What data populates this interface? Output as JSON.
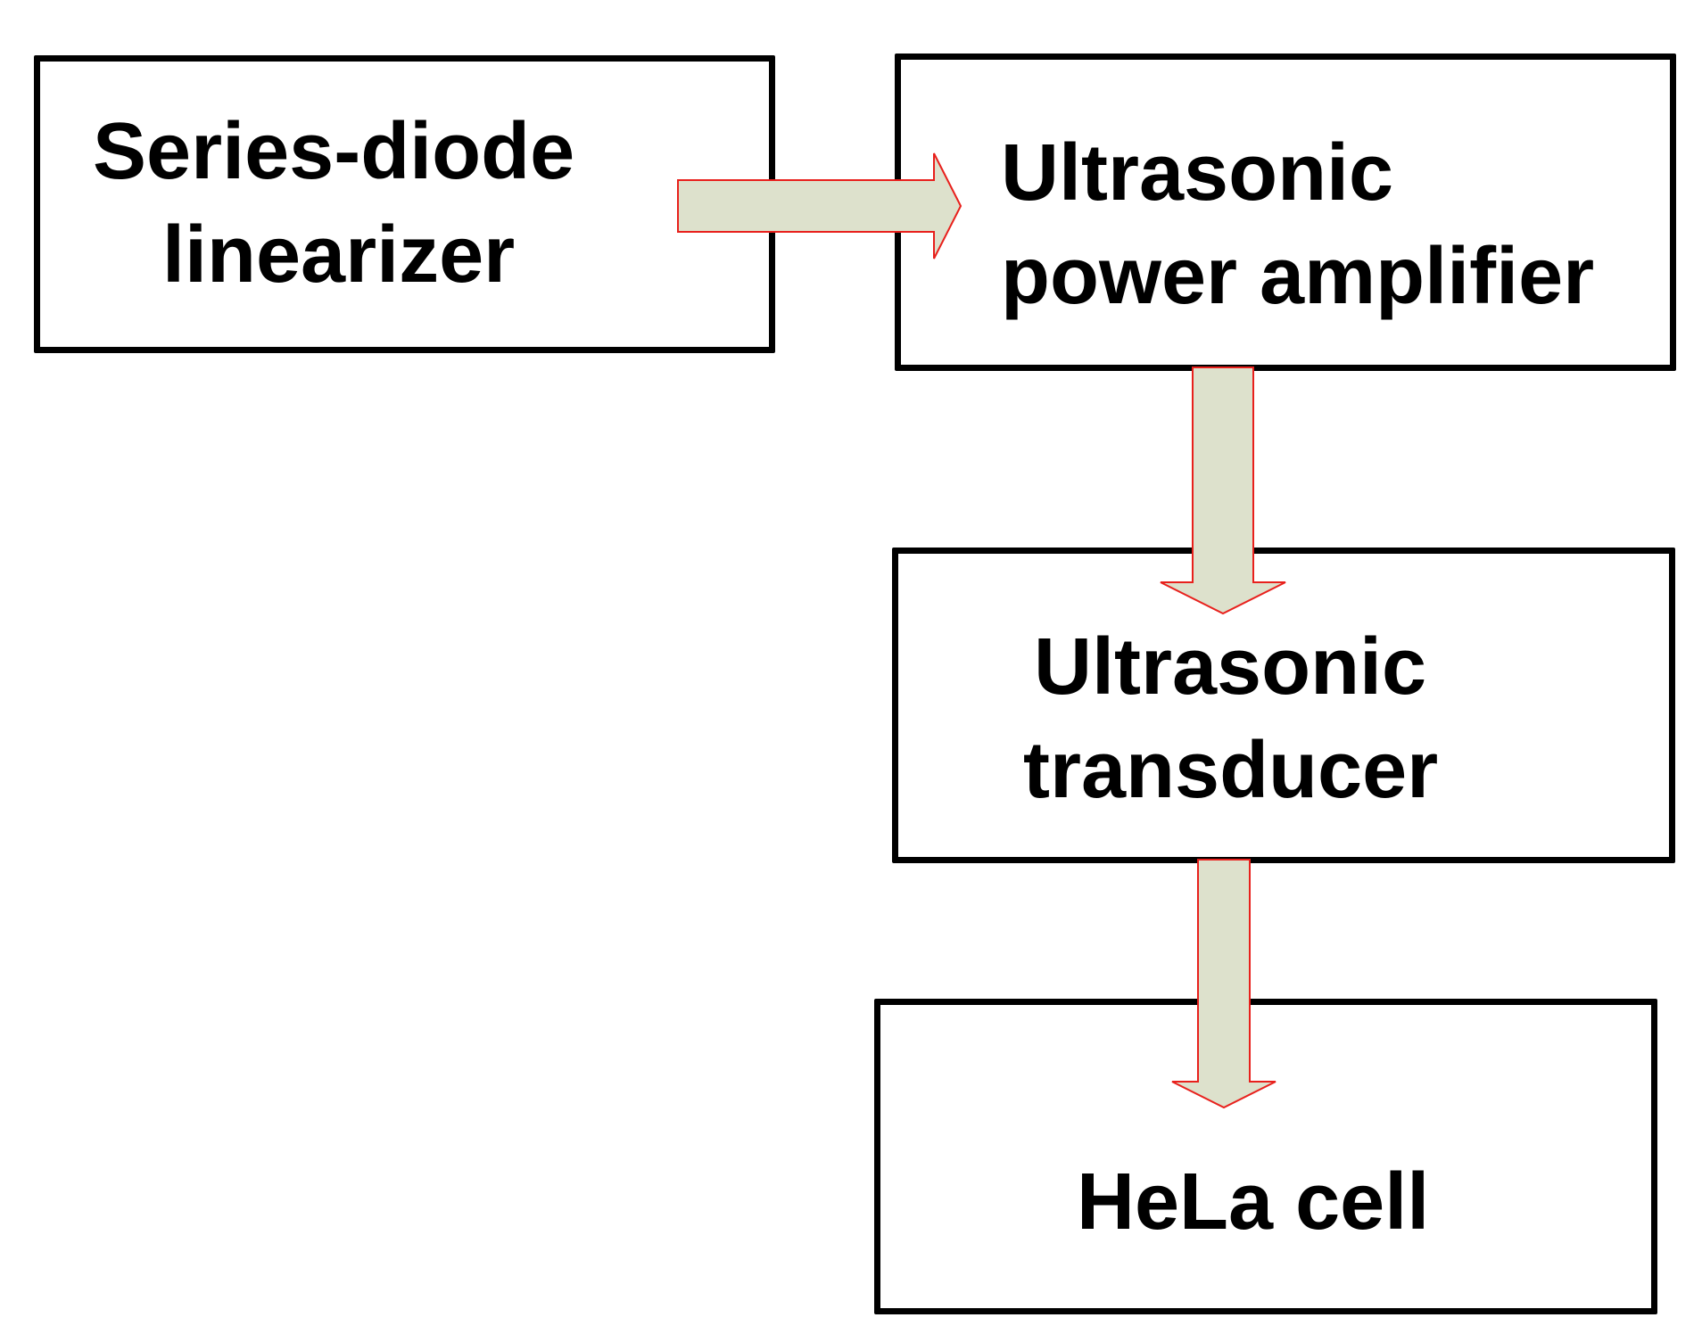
{
  "diagram": {
    "nodes": [
      {
        "id": "linearizer",
        "line1": "Series-diode",
        "line2": "linearizer"
      },
      {
        "id": "amplifier",
        "line1": "Ultrasonic",
        "line2": "power amplifier"
      },
      {
        "id": "transducer",
        "line1": "Ultrasonic",
        "line2": "transducer"
      },
      {
        "id": "cell",
        "line1": "HeLa cell"
      }
    ],
    "edges": [
      {
        "from": "linearizer",
        "to": "amplifier"
      },
      {
        "from": "amplifier",
        "to": "transducer"
      },
      {
        "from": "transducer",
        "to": "cell"
      }
    ]
  },
  "colors": {
    "box_border": "#000000",
    "arrow_fill": "#dde1cc",
    "arrow_stroke": "#e8201c",
    "text": "#000000"
  }
}
